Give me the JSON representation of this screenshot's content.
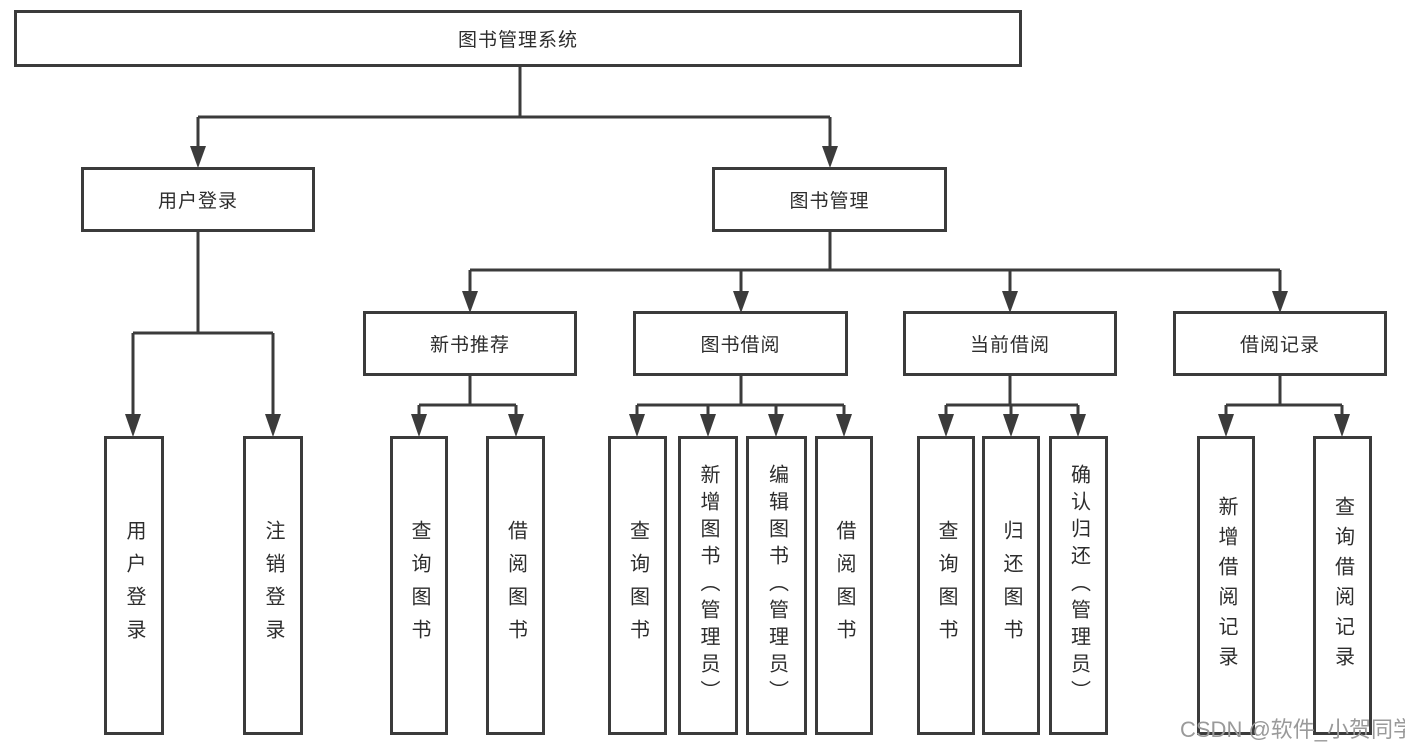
{
  "diagram": {
    "root": {
      "label": "图书管理系统"
    },
    "branches": [
      {
        "label": "用户登录",
        "children": [
          {
            "label": "用户登录"
          },
          {
            "label": "注销登录"
          }
        ]
      },
      {
        "label": "图书管理",
        "sections": [
          {
            "label": "新书推荐",
            "children": [
              {
                "label": "查询图书"
              },
              {
                "label": "借阅图书"
              }
            ]
          },
          {
            "label": "图书借阅",
            "children": [
              {
                "label": "查询图书"
              },
              {
                "label": "新增图书（管理员）"
              },
              {
                "label": "编辑图书（管理员）"
              },
              {
                "label": "借阅图书"
              }
            ]
          },
          {
            "label": "当前借阅",
            "children": [
              {
                "label": "查询图书"
              },
              {
                "label": "归还图书"
              },
              {
                "label": "确认归还（管理员）"
              }
            ]
          },
          {
            "label": "借阅记录",
            "children": [
              {
                "label": "新增借阅记录"
              },
              {
                "label": "查询借阅记录"
              }
            ]
          }
        ]
      }
    ]
  },
  "watermark": {
    "text": "CSDN @软件_小贺同学"
  },
  "colors": {
    "line": "#3b3b3b",
    "text": "#2d2d2d",
    "background": "#ffffff",
    "watermark": "#9a9a9a"
  }
}
